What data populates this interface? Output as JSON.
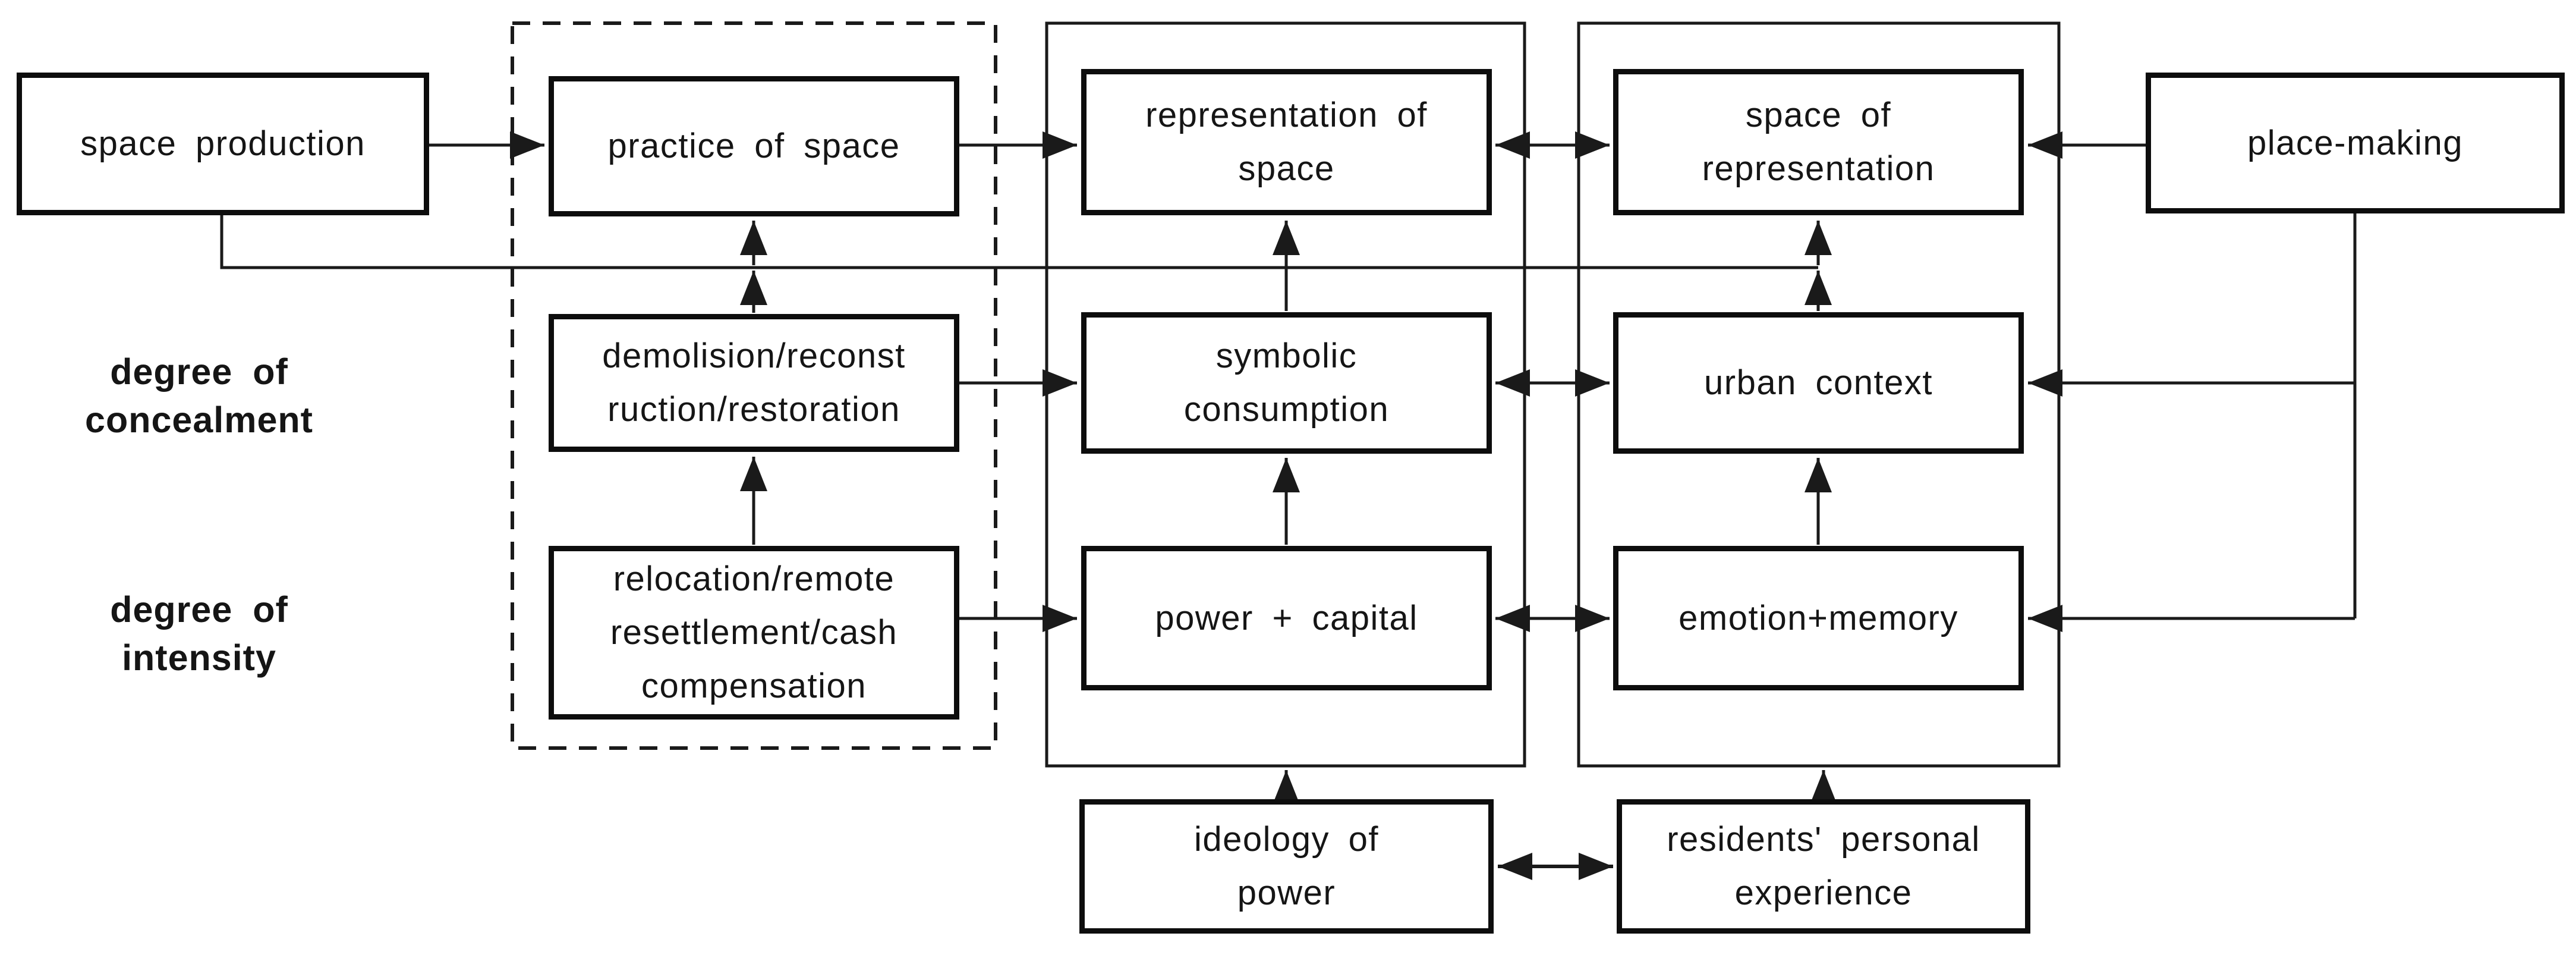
{
  "diagram": {
    "title": "space production / place-making conceptual diagram",
    "boxes": {
      "space_production": {
        "lines": [
          "space production"
        ]
      },
      "practice_of_space": {
        "lines": [
          "practice of space"
        ]
      },
      "demolition": {
        "lines": [
          "demolision/reconst",
          "ruction/restoration"
        ]
      },
      "relocation": {
        "lines": [
          "relocation/remote",
          "resettlement/cash",
          "compensation"
        ]
      },
      "representation_of_space": {
        "lines": [
          "representation of",
          "space"
        ]
      },
      "symbolic_consumption": {
        "lines": [
          "symbolic",
          "consumption"
        ]
      },
      "power_capital": {
        "lines": [
          "power + capital"
        ]
      },
      "space_of_representation": {
        "lines": [
          "space of",
          "representation"
        ]
      },
      "urban_context": {
        "lines": [
          "urban context"
        ]
      },
      "emotion_memory": {
        "lines": [
          "emotion+memory"
        ]
      },
      "place_making": {
        "lines": [
          "place-making"
        ]
      },
      "ideology_of_power": {
        "lines": [
          "ideology of",
          "power"
        ]
      },
      "residents_experience": {
        "lines": [
          "residents' personal",
          "experience"
        ]
      }
    },
    "labels": {
      "degree_of_concealment": {
        "lines": [
          "degree of",
          "concealment"
        ]
      },
      "degree_of_intensity": {
        "lines": [
          "degree of",
          "intensity"
        ]
      }
    },
    "colors": {
      "background": "#ffffff",
      "line": "#1a1a1a",
      "box_border": "#0d0d0d",
      "text": "#151515"
    }
  }
}
